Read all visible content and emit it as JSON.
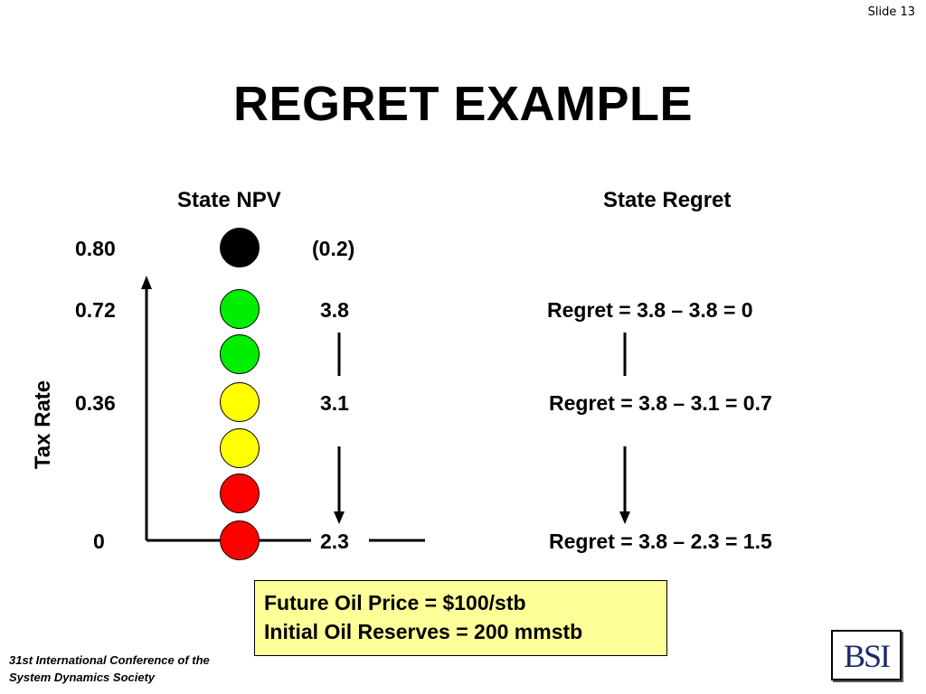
{
  "slide_label": "Slide 13",
  "title": "REGRET EXAMPLE",
  "headers": {
    "npv": "State NPV",
    "regret": "State Regret"
  },
  "y_axis": {
    "label": "Tax Rate",
    "ticks": [
      "0.80",
      "0.72",
      "0.36",
      "0"
    ]
  },
  "states": [
    {
      "color": "#000000"
    },
    {
      "color": "#00ee00"
    },
    {
      "color": "#00ee00"
    },
    {
      "color": "#ffff00"
    },
    {
      "color": "#ffff00"
    },
    {
      "color": "#ff0000"
    },
    {
      "color": "#ff0000"
    }
  ],
  "npv_values": [
    "(0.2)",
    "3.8",
    "3.1",
    "2.3"
  ],
  "regret_values": [
    "Regret = 3.8 – 3.8 = 0",
    "Regret = 3.8 – 3.1 = 0.7",
    "Regret = 3.8 – 2.3 = 1.5"
  ],
  "note": {
    "line1": "Future Oil Price = $100/stb",
    "line2": "Initial Oil Reserves = 200 mmstb"
  },
  "footer": {
    "line1": "31st International Conference of the",
    "line2": "System Dynamics Society"
  },
  "logo": {
    "text": "BSI"
  }
}
